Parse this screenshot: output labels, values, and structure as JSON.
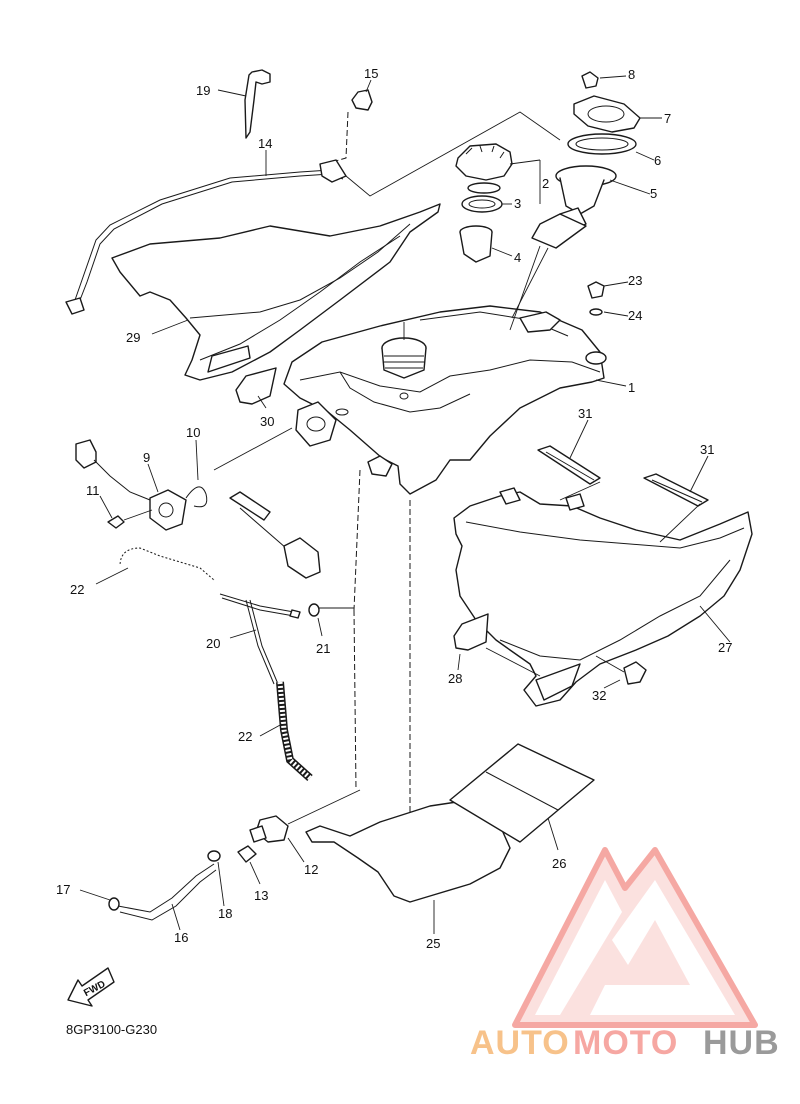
{
  "diagram": {
    "code": "8GP3100-G230",
    "fwd_label": "FWD",
    "callouts": [
      "1",
      "2",
      "3",
      "4",
      "5",
      "6",
      "7",
      "8",
      "9",
      "10",
      "11",
      "12",
      "13",
      "14",
      "15",
      "16",
      "17",
      "18",
      "19",
      "20",
      "21",
      "22",
      "22",
      "23",
      "24",
      "25",
      "26",
      "27",
      "28",
      "29",
      "30",
      "31",
      "31",
      "32"
    ]
  },
  "watermark": {
    "text_a": "AUTO",
    "text_b": "MOTO",
    "text_c": "HUB",
    "color_a": "#f7c28a",
    "color_b": "#f6a7a2",
    "color_c": "#9a9a9a",
    "logo_color": "#f49a94"
  }
}
